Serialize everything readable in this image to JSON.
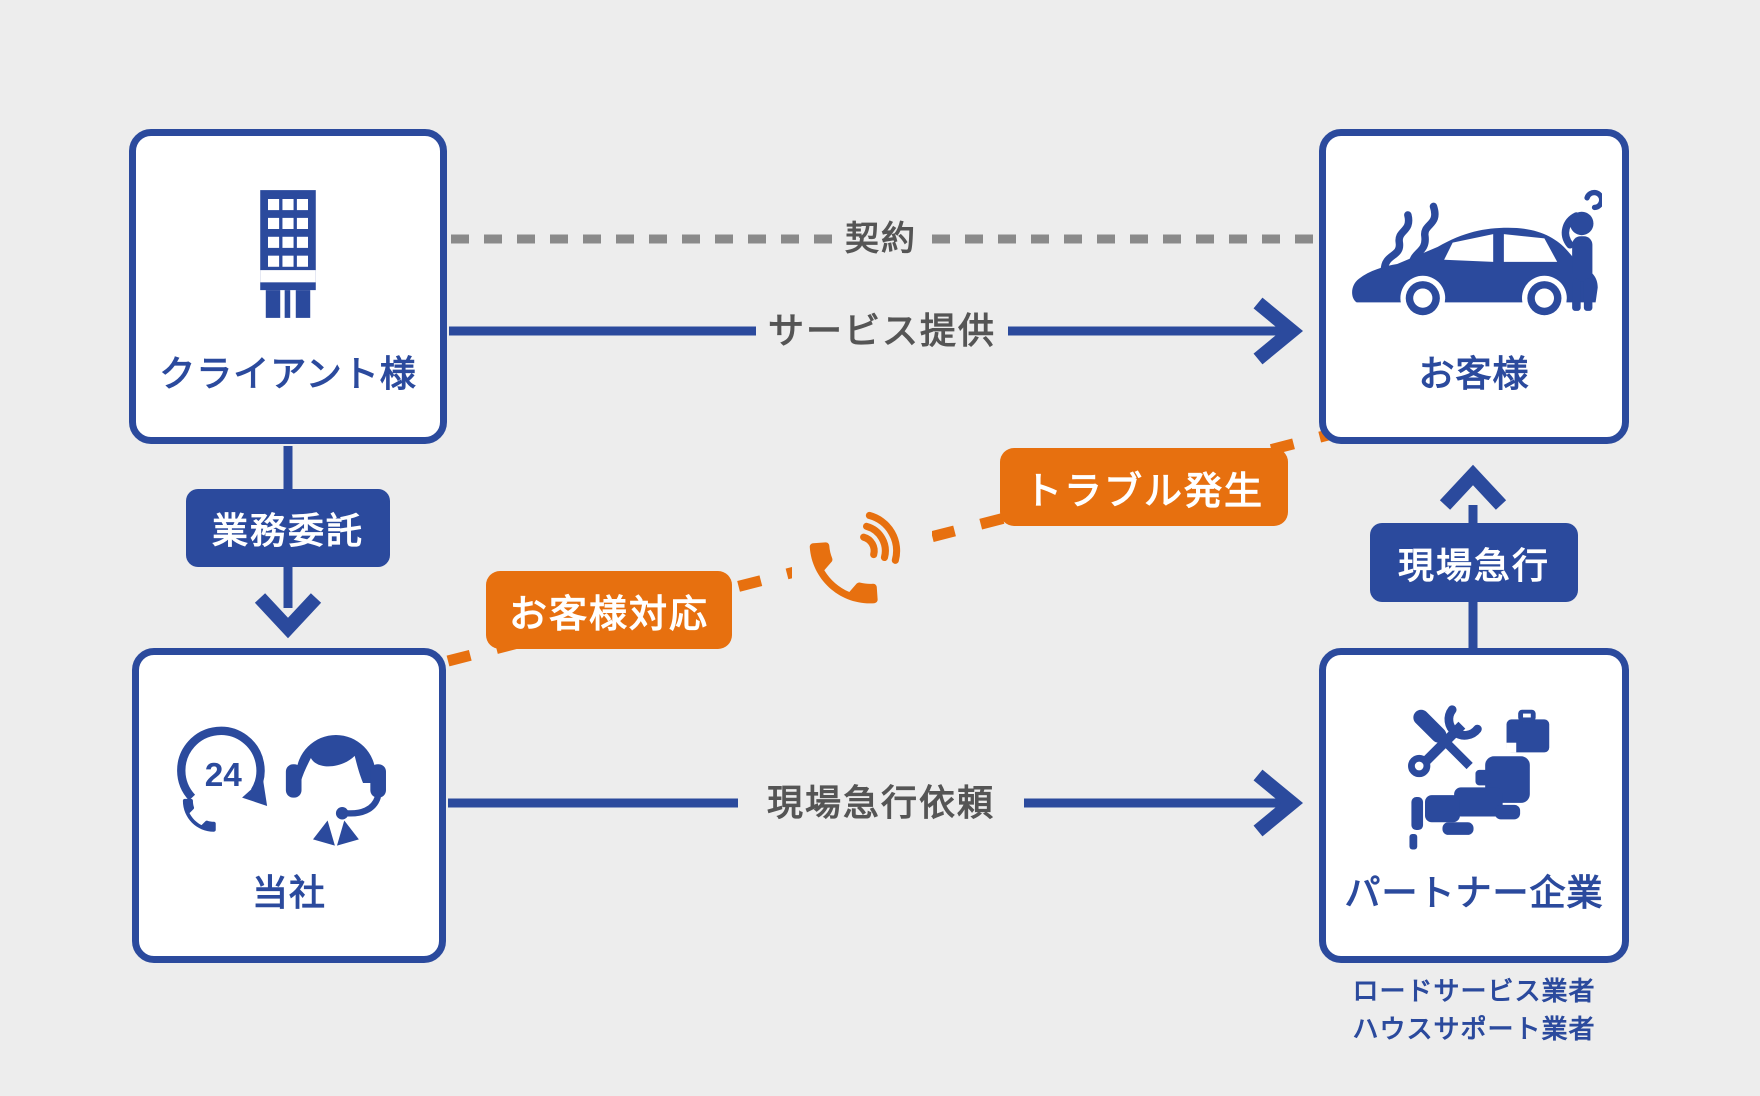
{
  "colors": {
    "background": "#EDEDED",
    "blue": "#2B4A9D",
    "orange": "#E7700F",
    "line_gray": "#8A8A8A",
    "label_gray": "#555555"
  },
  "nodes": {
    "client": {
      "label": "クライアント様",
      "icon": "building-icon"
    },
    "customer": {
      "label": "お客様",
      "icon": "broken-car-and-person-icon"
    },
    "company": {
      "label": "当社",
      "icon": "support-24h-operator-icon",
      "badge_24": "24"
    },
    "partner": {
      "label": "パートナー企業",
      "icon": "tools-japan-map-icon",
      "sub1": "ロードサービス業者",
      "sub2": "ハウスサポート業者"
    }
  },
  "edges": {
    "contract": {
      "label": "契約"
    },
    "service": {
      "label": "サービス提供"
    },
    "outsourcing": {
      "label": "業務委託"
    },
    "trouble": {
      "label": "トラブル発生"
    },
    "response": {
      "label": "お客様対応"
    },
    "dispatch": {
      "label": "現場急行依頼"
    },
    "rush": {
      "label": "現場急行"
    }
  },
  "icons": {
    "phone": "phone-call-signal-icon"
  }
}
